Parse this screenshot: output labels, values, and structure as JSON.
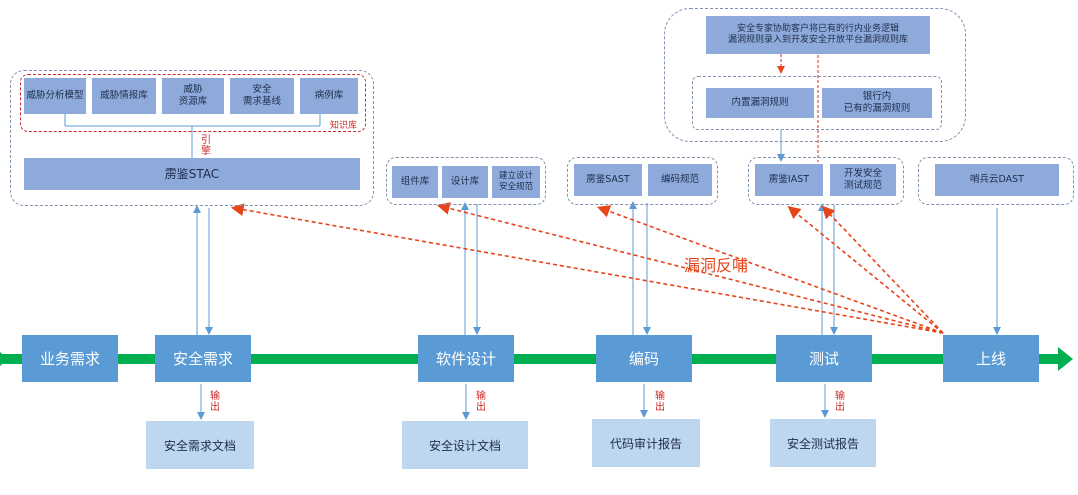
{
  "knowledge": {
    "items": [
      "威胁分析模型",
      "威胁情报库",
      "威胁\n资源库",
      "安全\n需求基线",
      "病例库"
    ],
    "label": "知识库",
    "ref_label": "引擎",
    "stac": "雳鉴STAC"
  },
  "design_group": [
    "组件库",
    "设计库",
    "建立设计\n安全规范"
  ],
  "code_group": [
    "雳鉴SAST",
    "编码规范"
  ],
  "test_group": [
    "雳鉴IAST",
    "开发安全\n测试规范"
  ],
  "dast": "哨兵云DAST",
  "expert": {
    "note": "安全专家协助客户将已有的行内业务逻辑\n漏洞规则录入到开发安全开放平台漏洞规则库",
    "builtin": "内置漏洞规则",
    "bank": "银行内\n已有的漏洞规则"
  },
  "feedback_label": "漏洞反哺",
  "stages": [
    "业务需求",
    "安全需求",
    "软件设计",
    "编码",
    "测试",
    "上线"
  ],
  "output_label": "输出",
  "documents": [
    "安全需求文档",
    "安全设计文档",
    "代码审计报告",
    "安全测试报告"
  ],
  "colors": {
    "stage": "#5b9bd5",
    "tool": "#8eaadb",
    "doc": "#bdd7ee",
    "pipeline": "#00b050",
    "feedback": "#e8441a"
  }
}
